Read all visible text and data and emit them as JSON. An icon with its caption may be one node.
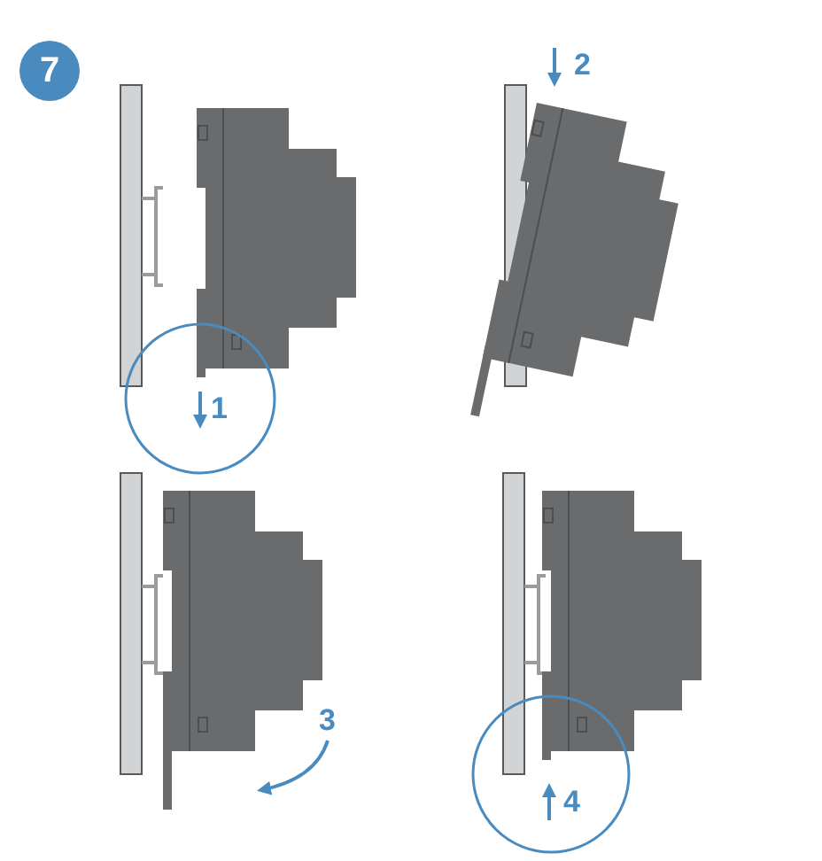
{
  "diagram": {
    "nodes": [
      {
        "text": [
          "7"
        ]
      }
    ],
    "labels": [
      "1",
      "2",
      "3",
      "4"
    ]
  }
}
